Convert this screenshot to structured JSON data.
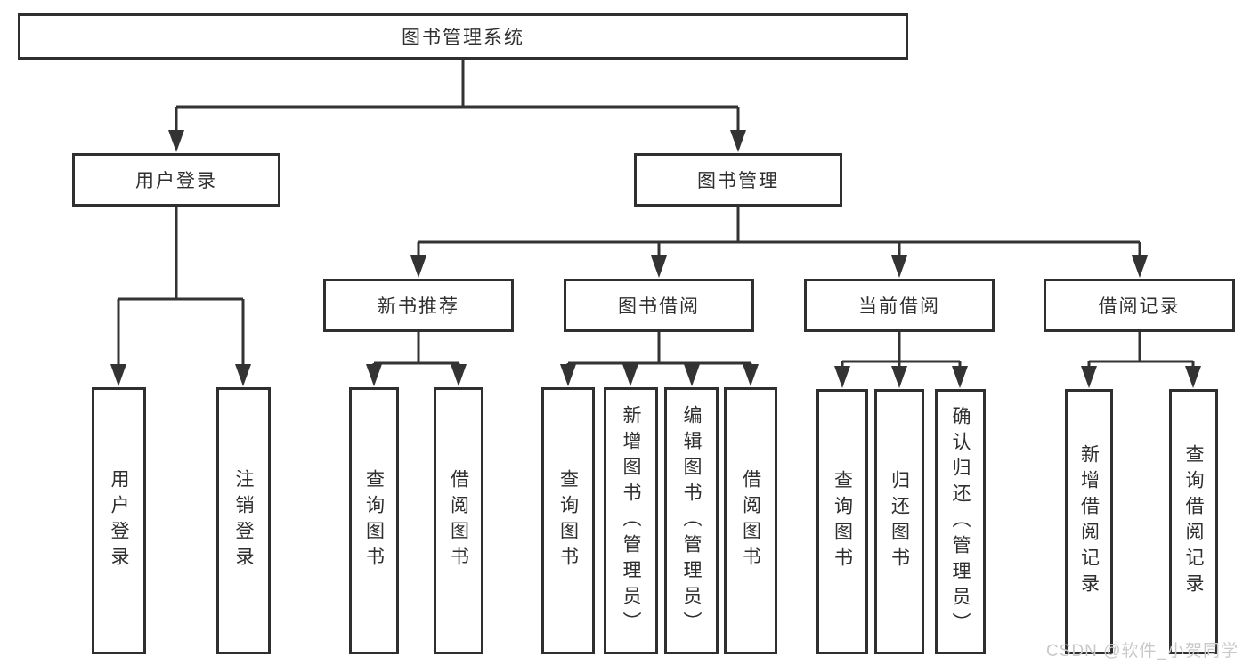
{
  "root": {
    "label": "图书管理系统"
  },
  "level2": [
    {
      "label": "用户登录"
    },
    {
      "label": "图书管理"
    }
  ],
  "level3": [
    {
      "label": "新书推荐"
    },
    {
      "label": "图书借阅"
    },
    {
      "label": "当前借阅"
    },
    {
      "label": "借阅记录"
    }
  ],
  "leaves": [
    {
      "label": "用户登录"
    },
    {
      "label": "注销登录"
    },
    {
      "label": "查询图书"
    },
    {
      "label": "借阅图书"
    },
    {
      "label": "查询图书"
    },
    {
      "label": "新增图书（管理员）"
    },
    {
      "label": "编辑图书（管理员）"
    },
    {
      "label": "借阅图书"
    },
    {
      "label": "查询图书"
    },
    {
      "label": "归还图书"
    },
    {
      "label": "确认归还（管理员）"
    },
    {
      "label": "新增借阅记录"
    },
    {
      "label": "查询借阅记录"
    }
  ],
  "watermark": {
    "label": "CSDN @软件_小贺同学"
  },
  "colors": {
    "line": "#333333",
    "border": "#2f2f2f",
    "text": "#2f2f2f",
    "watermark": "#c9c9c9",
    "background": "#ffffff"
  }
}
